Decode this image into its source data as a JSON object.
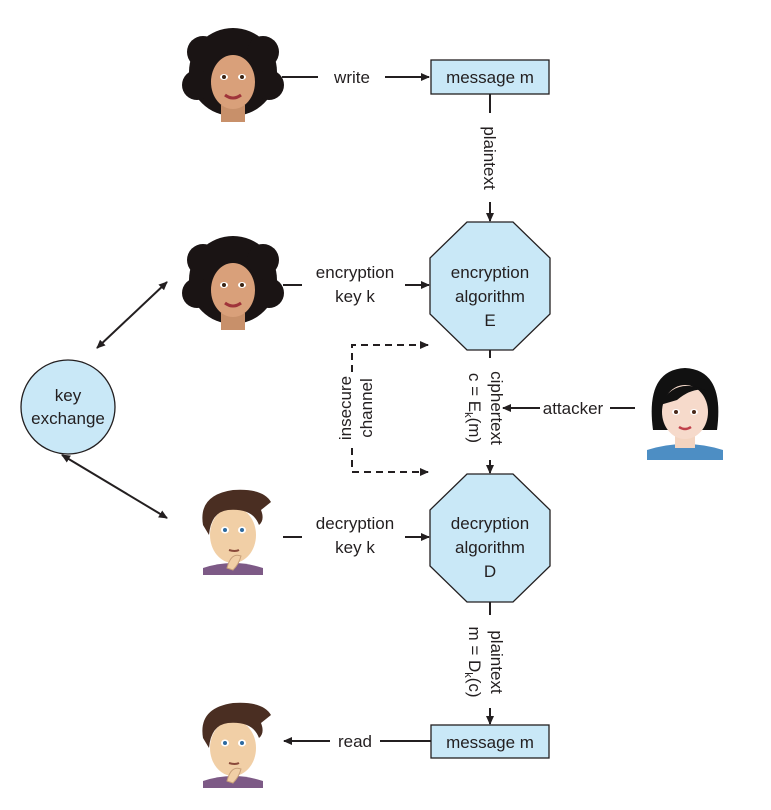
{
  "labels": {
    "write": "write",
    "read": "read",
    "message_top": "message m",
    "message_bottom": "message m",
    "plaintext_top": "plaintext",
    "encryption_key": [
      "encryption",
      "key k"
    ],
    "decryption_key": [
      "decryption",
      "key k"
    ],
    "encryption_algorithm": [
      "encryption",
      "algorithm",
      "E"
    ],
    "decryption_algorithm": [
      "decryption",
      "algorithm",
      "D"
    ],
    "key_exchange": [
      "key",
      "exchange"
    ],
    "insecure_channel": [
      "insecure",
      "channel"
    ],
    "ciphertext": "ciphertext",
    "ciphertext_formula": {
      "pre": "c = E",
      "sub": "k",
      "post": "(m)"
    },
    "plaintext_bottom": "plaintext",
    "plaintext_formula": {
      "pre": "m = D",
      "sub": "k",
      "post": "(c)"
    },
    "attacker": "attacker"
  },
  "colors": {
    "shape_fill": "#c9e8f7",
    "stroke": "#231f20"
  }
}
